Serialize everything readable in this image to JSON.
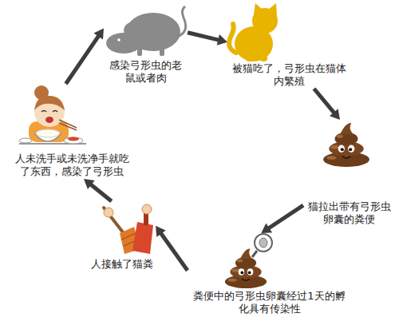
{
  "diagram": {
    "nodes": [
      {
        "text": [
          "感染弓形虫的老鼠或者肉"
        ]
      },
      {
        "text": [
          "被猫吃了，弓形虫在猫体内繁殖"
        ]
      },
      {
        "text": [
          "猫拉出带有弓形虫卵囊的粪便"
        ]
      },
      {
        "text": [
          "粪便中的弓形虫卵囊经过1天的孵化具有传染性"
        ]
      },
      {
        "text": [
          "人接触了猫粪"
        ]
      },
      {
        "text": [
          "人未洗手或未洗净手就吃了东西，感染了弓形虫"
        ]
      }
    ],
    "edges": [
      {
        "from": 0,
        "to": 1,
        "arrow": "to"
      },
      {
        "from": 1,
        "to": 2,
        "arrow": "to"
      },
      {
        "from": 2,
        "to": 3,
        "arrow": "to"
      },
      {
        "from": 3,
        "to": 4,
        "arrow": "to"
      },
      {
        "from": 4,
        "to": 5,
        "arrow": "to"
      },
      {
        "from": 5,
        "to": 0,
        "arrow": "to"
      }
    ]
  }
}
